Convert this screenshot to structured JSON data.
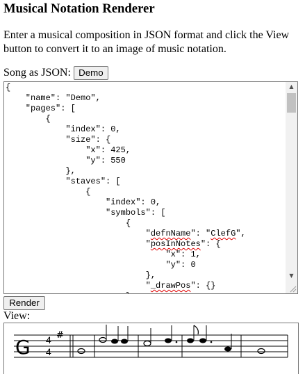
{
  "page": {
    "title": "Musical Notation Renderer",
    "intro": "Enter a musical composition in JSON format and click the View button to convert it to an image of music notation."
  },
  "song_input": {
    "label": "Song as JSON:",
    "demo_button": "Demo",
    "lines": [
      {
        "text": "{"
      },
      {
        "text": "    \"name\": \"Demo\","
      },
      {
        "text": "    \"pages\": ["
      },
      {
        "text": "        {"
      },
      {
        "text": "            \"index\": 0,"
      },
      {
        "text": "            \"size\": {"
      },
      {
        "text": "                \"x\": 425,"
      },
      {
        "text": "                \"y\": 550"
      },
      {
        "text": "            },"
      },
      {
        "text": "            \"staves\": ["
      },
      {
        "text": "                {"
      },
      {
        "text": "                    \"index\": 0,"
      },
      {
        "text": "                    \"symbols\": ["
      },
      {
        "text": "                        {"
      },
      {
        "pre": "                            \"",
        "wavy": "defnName",
        "post": "\": \"",
        "wavy2": "ClefG",
        "post2": "\","
      },
      {
        "pre": "                            \"",
        "wavy": "posInNotes",
        "post": "\": {"
      },
      {
        "text": "                                \"x\": 1,"
      },
      {
        "text": "                                \"y\": 0"
      },
      {
        "text": "                            },"
      },
      {
        "pre": "                            \"",
        "wavy": "_drawPos",
        "post": "\": {}"
      },
      {
        "text": "                        },"
      }
    ]
  },
  "render_button": "Render",
  "view": {
    "label": "View:",
    "time_signature": {
      "top": "4",
      "bottom": "4"
    },
    "key_signature": "#",
    "clef": "G"
  },
  "icons": {
    "scroll_up": "scroll-up-arrow-icon",
    "scroll_down": "scroll-down-arrow-icon",
    "resize": "resize-grip-icon"
  }
}
